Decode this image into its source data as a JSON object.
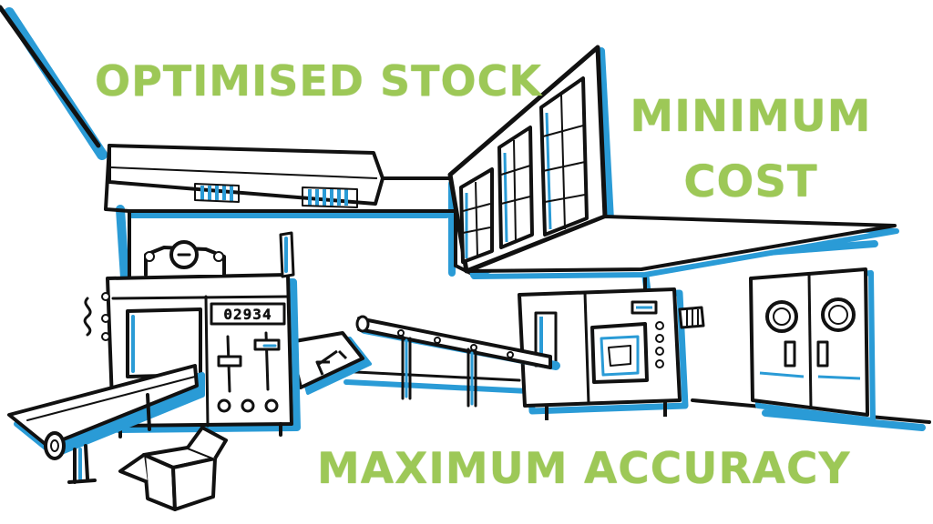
{
  "captions": {
    "optimised_stock": "OPTIMISED STOCK",
    "minimum_cost_line1": "MINIMUM",
    "minimum_cost_line2": "COST",
    "maximum_accuracy": "MAXIMUM ACCURACY"
  },
  "machine": {
    "counter_readout": "02934"
  },
  "colors": {
    "caption_green": "#9dc857",
    "outline": "#111111",
    "accent_blue": "#2a9bd6",
    "fill": "#ffffff"
  }
}
